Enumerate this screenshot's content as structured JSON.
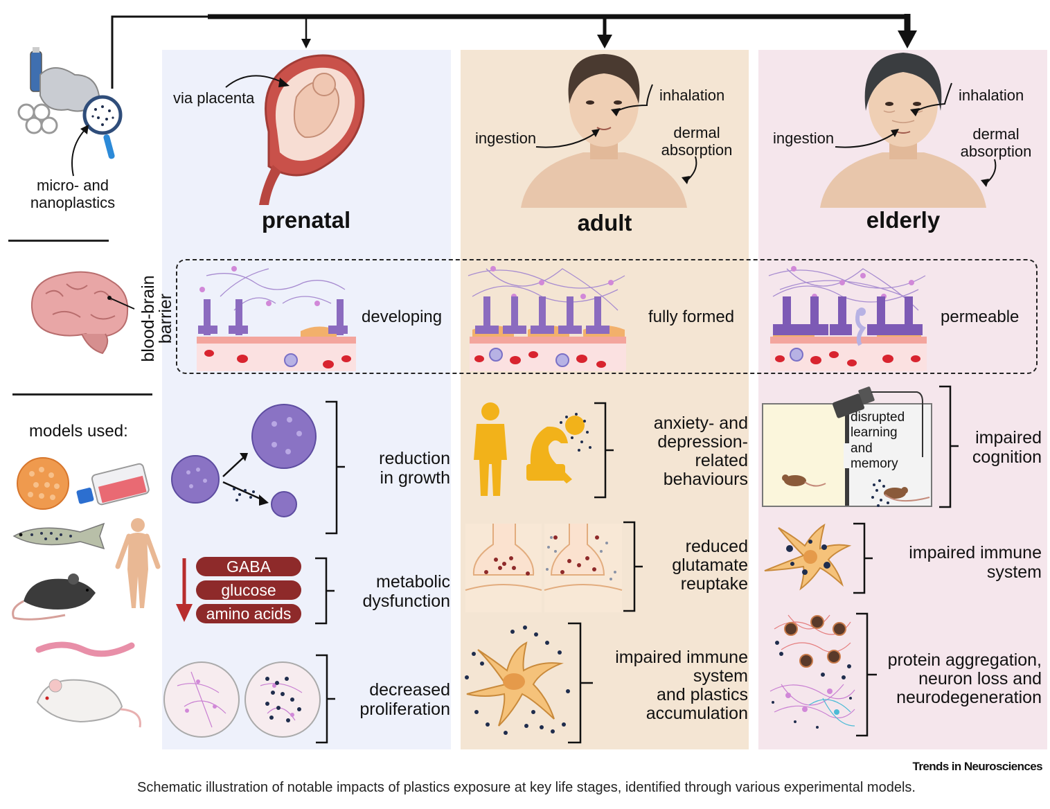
{
  "source_icon": "micro-and-nanoplastics-icon",
  "source_label_line1": "micro- and",
  "source_label_line2": "nanoplastics",
  "bbb_label_line1": "blood-brain",
  "bbb_label_line2": "barrier",
  "models_label": "models used:",
  "colors": {
    "prenatal_bg": "#eef1fb",
    "adult_bg": "#f4e5d3",
    "elderly_bg": "#f5e6ec",
    "pill": "#8e2a2a",
    "arrow_red": "#b82d2d",
    "figure_yellow": "#f2b21a",
    "purple_cell": "#7a5cb0",
    "particle": "#1f2d4d"
  },
  "prenatal": {
    "title": "prenatal",
    "route": "via placenta",
    "bbb": "developing",
    "effect1_line1": "reduction",
    "effect1_line2": "in growth",
    "pills": [
      "GABA",
      "glucose",
      "amino acids"
    ],
    "effect2_line1": "metabolic",
    "effect2_line2": "dysfunction",
    "effect3_line1": "decreased",
    "effect3_line2": "proliferation"
  },
  "adult": {
    "title": "adult",
    "route_inhalation": "inhalation",
    "route_ingestion": "ingestion",
    "route_dermal_line1": "dermal",
    "route_dermal_line2": "absorption",
    "bbb": "fully formed",
    "effect1_lines": [
      "anxiety- and",
      "depression-",
      "related",
      "behaviours"
    ],
    "effect2_lines": [
      "reduced",
      "glutamate",
      "reuptake"
    ],
    "effect3_lines": [
      "impaired immune",
      "system",
      "and plastics",
      "accumulation"
    ]
  },
  "elderly": {
    "title": "elderly",
    "route_inhalation": "inhalation",
    "route_ingestion": "ingestion",
    "route_dermal_line1": "dermal",
    "route_dermal_line2": "absorption",
    "bbb": "permeable",
    "maze_lines": [
      "disrupted",
      "learning",
      "and",
      "memory"
    ],
    "effect1_line1": "impaired",
    "effect1_line2": "cognition",
    "effect2_line1": "impaired immune",
    "effect2_line2": "system",
    "effect3_lines": [
      "protein aggregation,",
      "neuron loss and",
      "neurodegeneration"
    ]
  },
  "journal": "Trends in Neurosciences",
  "caption": "Schematic illustration of notable impacts of plastics exposure at key life stages, identified through various experimental models."
}
